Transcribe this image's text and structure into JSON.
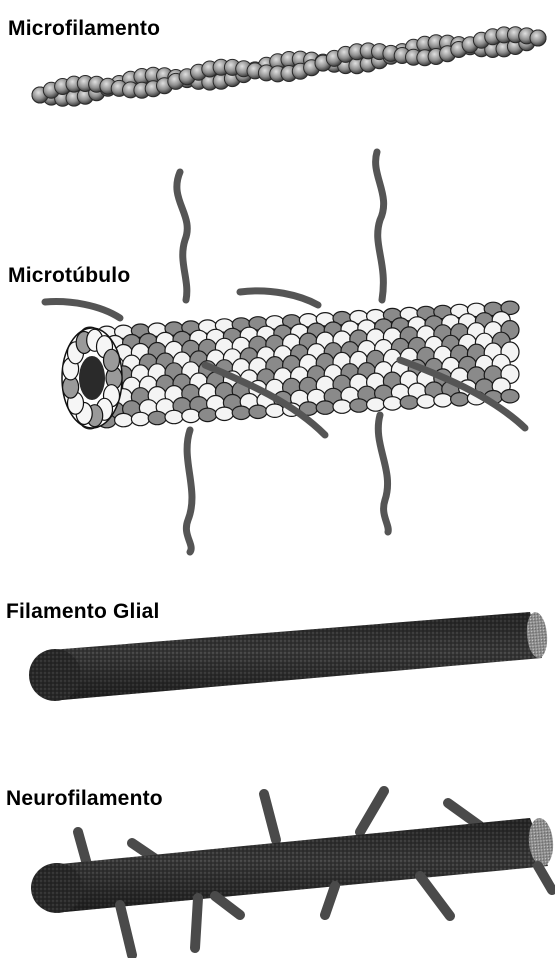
{
  "labels": {
    "microfilament": "Microfilamento",
    "microtubule": "Microtúbulo",
    "glial_filament": "Filamento Glial",
    "neurofilament": "Neurofilamento"
  },
  "colors": {
    "background": "#ffffff",
    "ink": "#000000",
    "dark_subunit": "#7a7a7a",
    "light_subunit": "#f4f4f4",
    "filament_body": "#3a3a3a",
    "side_arm": "#5a5a5a"
  }
}
